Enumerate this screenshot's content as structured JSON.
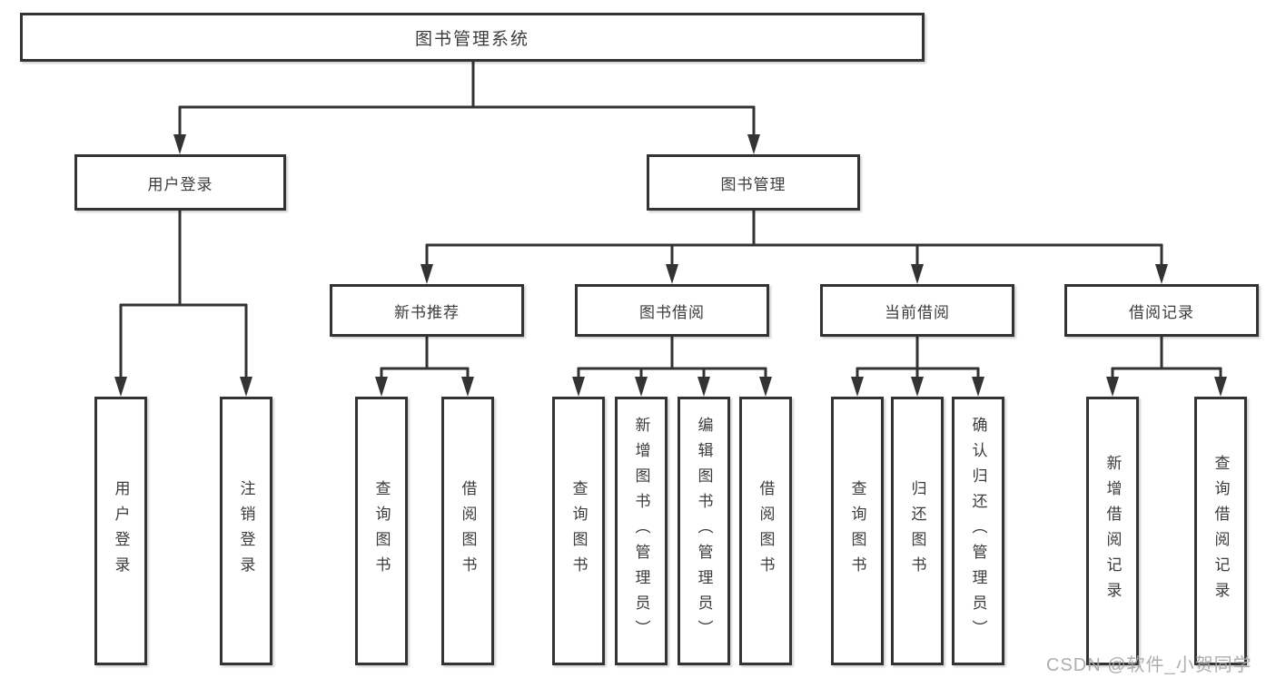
{
  "colors": {
    "line": "#333333",
    "box_border": "#333333",
    "text": "#3c3c3c",
    "watermark": "#a5a5a5",
    "background": "#ffffff"
  },
  "watermark": "CSDN @软件_小贺同学",
  "tree": {
    "label": "图书管理系统",
    "children": [
      {
        "label": "用户登录",
        "children": [
          {
            "label": "用户登录"
          },
          {
            "label": "注销登录"
          }
        ]
      },
      {
        "label": "图书管理",
        "children": [
          {
            "label": "新书推荐",
            "children": [
              {
                "label": "查询图书"
              },
              {
                "label": "借阅图书"
              }
            ]
          },
          {
            "label": "图书借阅",
            "children": [
              {
                "label": "查询图书"
              },
              {
                "label": "新增图书（管理员）"
              },
              {
                "label": "编辑图书（管理员）"
              },
              {
                "label": "借阅图书"
              }
            ]
          },
          {
            "label": "当前借阅",
            "children": [
              {
                "label": "查询图书"
              },
              {
                "label": "归还图书"
              },
              {
                "label": "确认归还（管理员）"
              }
            ]
          },
          {
            "label": "借阅记录",
            "children": [
              {
                "label": "新增借阅记录"
              },
              {
                "label": "查询借阅记录"
              }
            ]
          }
        ]
      }
    ]
  }
}
